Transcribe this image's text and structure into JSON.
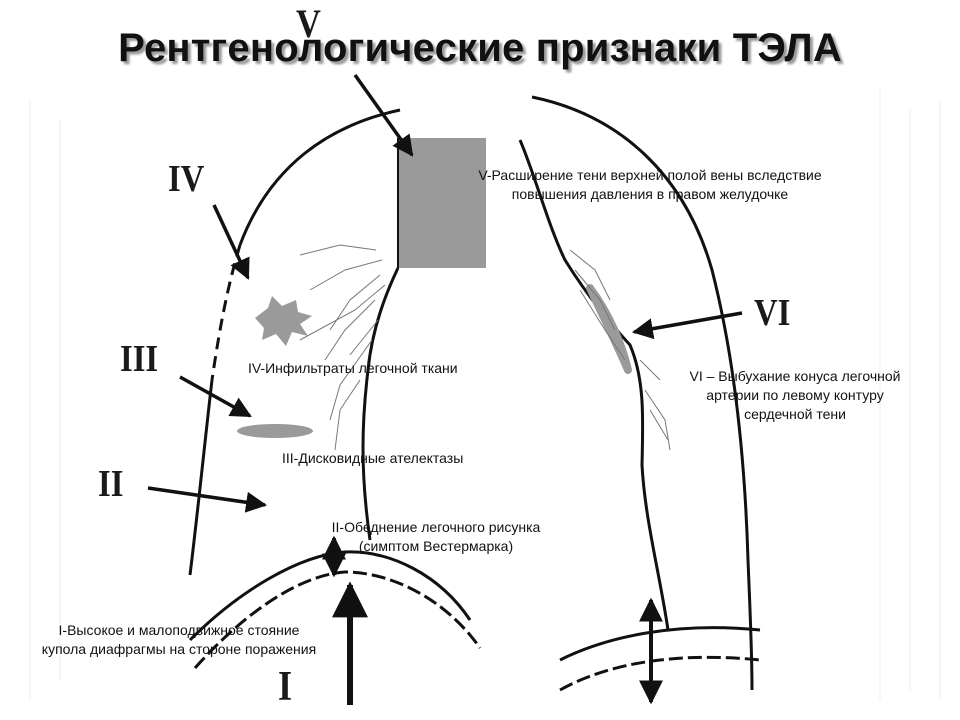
{
  "title": "Рентгенологические признаки ТЭЛА",
  "markers": {
    "i": "I",
    "ii": "II",
    "iii": "III",
    "iv": "IV",
    "v": "V",
    "vi": "VI"
  },
  "captions": {
    "v": [
      "V-Расширение тени верхней полой вены вследствие",
      "повышения давления в правом желудочке"
    ],
    "iv": [
      "IV-Инфильтраты легочной ткани"
    ],
    "iii": [
      "III-Дисковидные ателектазы"
    ],
    "ii": [
      "II-Обеднение легочного рисунка",
      "(симптом Вестермарка)"
    ],
    "i": [
      "I-Высокое и малоподвижное стояние",
      "купола диафрагмы на стороне поражения"
    ],
    "vi": [
      "VI – Выбухание конуса легочной",
      "артерии по левому контуру",
      "сердечной тени"
    ]
  },
  "colors": {
    "lines": "#111111",
    "shading": "#9a9a9a",
    "title_shadow": "#9a9a9a"
  }
}
